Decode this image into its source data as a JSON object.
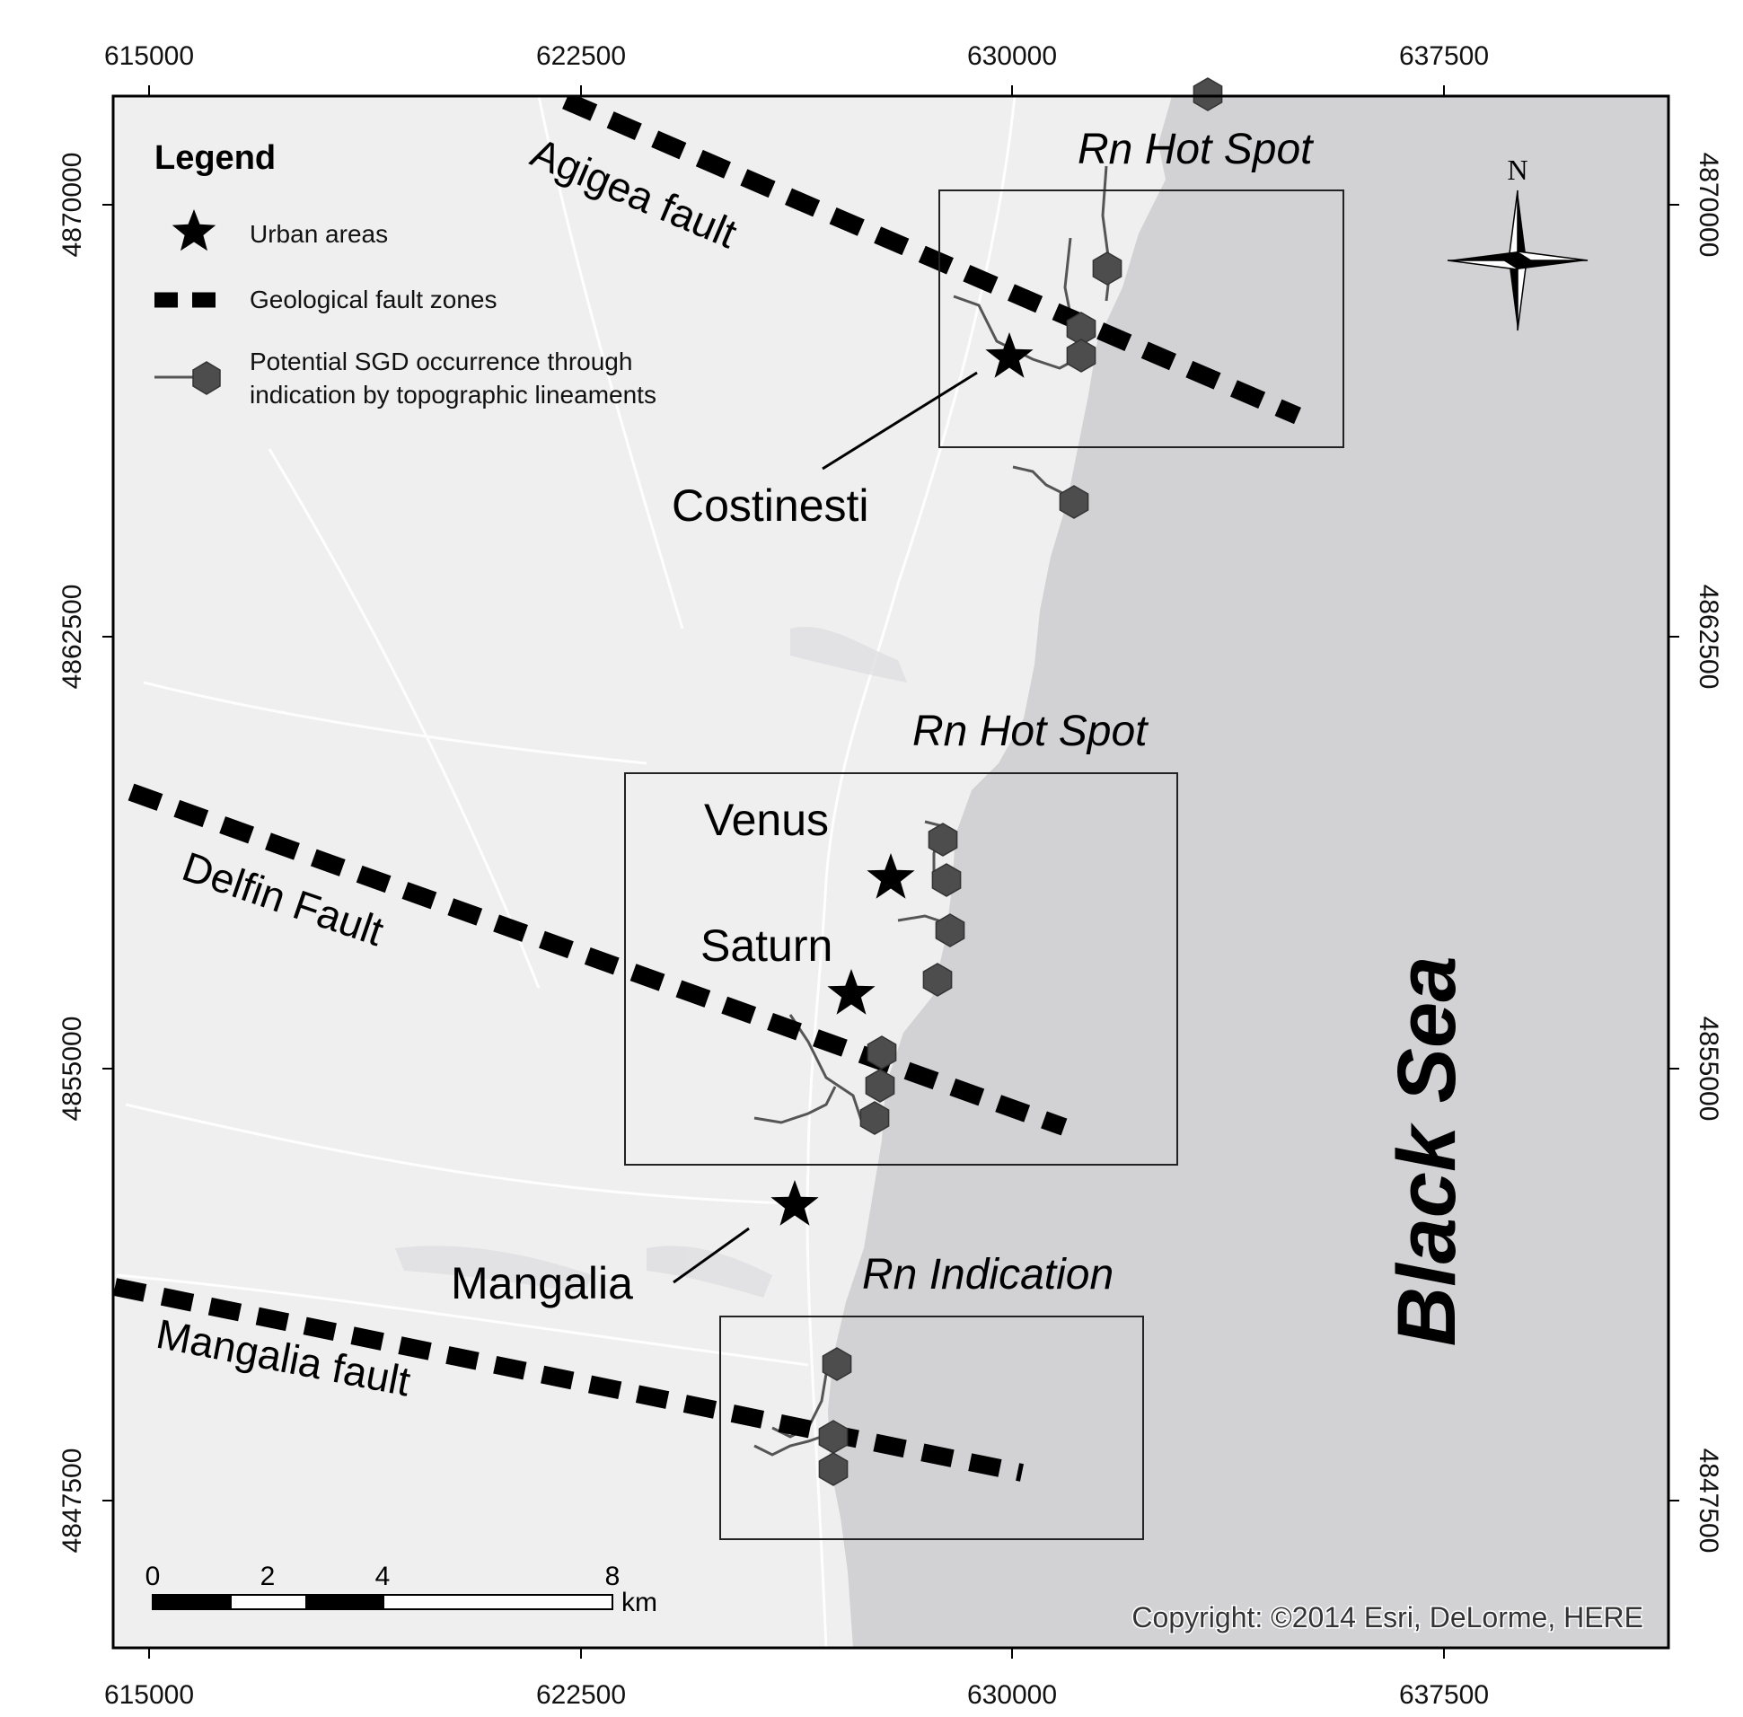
{
  "axes": {
    "x_ticks": [
      "615000",
      "622500",
      "630000",
      "637500"
    ],
    "y_ticks": [
      "4870000",
      "4862500",
      "4855000",
      "4847500"
    ]
  },
  "legend": {
    "title": "Legend",
    "urban": "Urban areas",
    "faults": "Geological fault zones",
    "sgd_line1": "Potential SGD occurrence through",
    "sgd_line2": "indication by topographic lineaments"
  },
  "places": {
    "costinesti": "Costinesti",
    "venus": "Venus",
    "saturn": "Saturn",
    "mangalia": "Mangalia"
  },
  "faults": {
    "agigea": "Agigea fault",
    "delfin": "Delfin Fault",
    "mangalia": "Mangalia fault"
  },
  "zones": {
    "north": "Rn Hot Spot",
    "middle": "Rn Hot Spot",
    "south": "Rn Indication"
  },
  "sea": "Black Sea",
  "north_arrow": "N",
  "scale_bar": {
    "labels": [
      "0",
      "2",
      "4",
      "8"
    ],
    "unit": "km"
  },
  "copyright": "Copyright: ©2014 Esri, DeLorme, HERE",
  "colors": {
    "land": "#efefef",
    "sea": "#d2d1d4",
    "marker": "#4d4d4d",
    "line": "#555555"
  }
}
